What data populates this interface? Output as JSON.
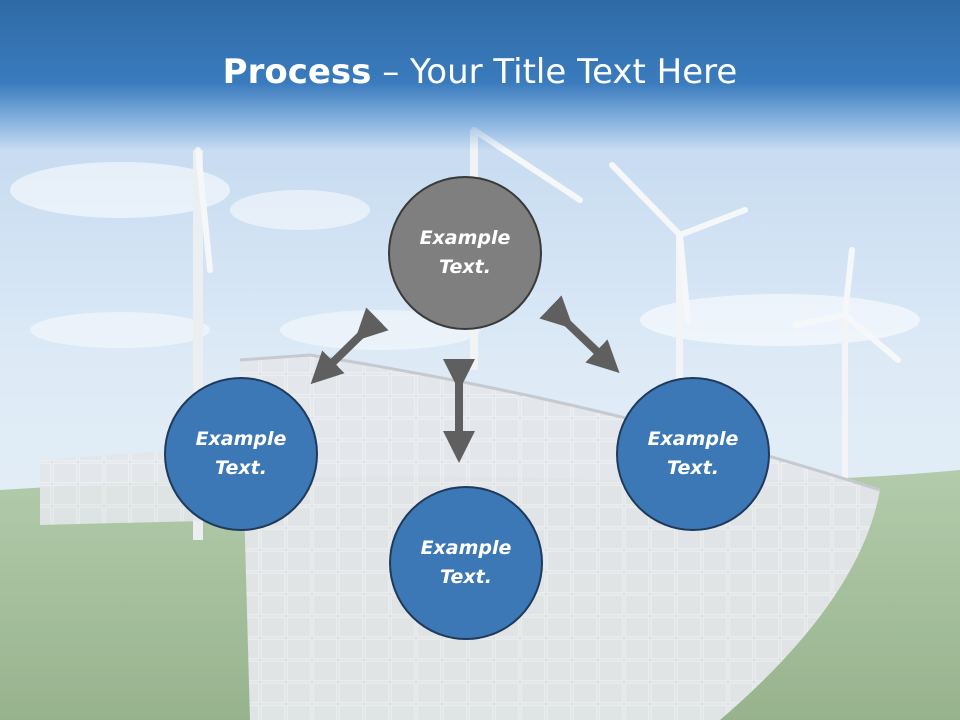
{
  "slide": {
    "title_bold": "Process",
    "title_separator": " – ",
    "title_rest": "Your Title Text Here"
  },
  "nodes": [
    {
      "id": "top",
      "label": "Example Text.",
      "color": "#7f7f7f"
    },
    {
      "id": "left",
      "label": "Example Text.",
      "color": "#3c78b5"
    },
    {
      "id": "bottom",
      "label": "Example Text.",
      "color": "#3c78b5"
    },
    {
      "id": "right",
      "label": "Example Text.",
      "color": "#3c78b5"
    }
  ],
  "colors": {
    "title_bar": "#3a7bbd",
    "arrow": "#5f5f5f",
    "sky": "#c9dff2",
    "grass": "#6f9a55"
  }
}
